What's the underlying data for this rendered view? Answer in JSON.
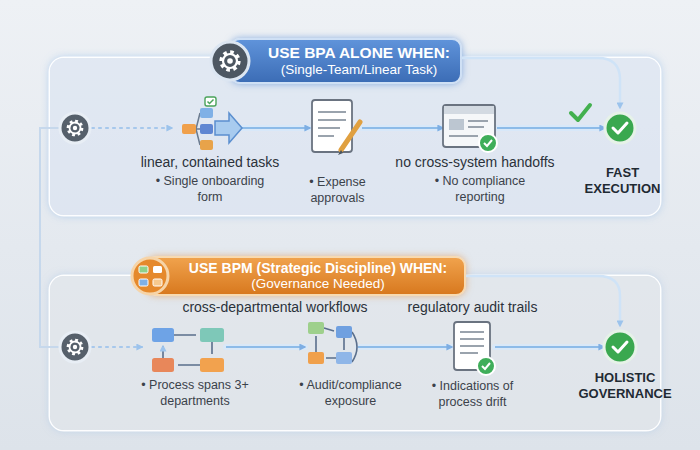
{
  "diagram": {
    "nodes": [
      {
        "text": [
          "USE BPA ALONE WHEN:",
          "(Single-Team/Linear Task)"
        ]
      },
      {
        "text": [
          "linear, contained tasks",
          "• Single onboarding form"
        ],
        "in": 0
      },
      {
        "text": [
          "• Expense approvals"
        ],
        "in": 0
      },
      {
        "text": [
          "no cross-system handoffs",
          "• No compliance reporting"
        ],
        "in": 0
      },
      {
        "text": [
          "FAST EXECUTION"
        ],
        "in": 0
      },
      {
        "text": [
          "USE BPM (Strategic Discipline) WHEN:",
          "(Governance Needed)"
        ]
      },
      {
        "text": [
          "• Process spans 3+ departments"
        ],
        "in": 5
      },
      {
        "text": [
          "• Audit/compliance exposure"
        ],
        "in": 5
      },
      {
        "text": [
          "regulatory audit trails",
          "• Indications of process drift"
        ],
        "in": 5
      },
      {
        "text": [
          "HOLISTIC GOVERNANCE"
        ],
        "in": 5
      }
    ],
    "edges": [
      {
        "from": 1,
        "to": 2,
        "arrow": "to"
      },
      {
        "from": 2,
        "to": 3,
        "arrow": "to"
      },
      {
        "from": 3,
        "to": 4,
        "arrow": "to"
      },
      {
        "from": 6,
        "to": 7,
        "arrow": "to"
      },
      {
        "from": 7,
        "to": 8,
        "arrow": "to"
      },
      {
        "from": 8,
        "to": 9,
        "arrow": "to"
      }
    ],
    "labels": [
      "cross-departmental workflows"
    ]
  }
}
